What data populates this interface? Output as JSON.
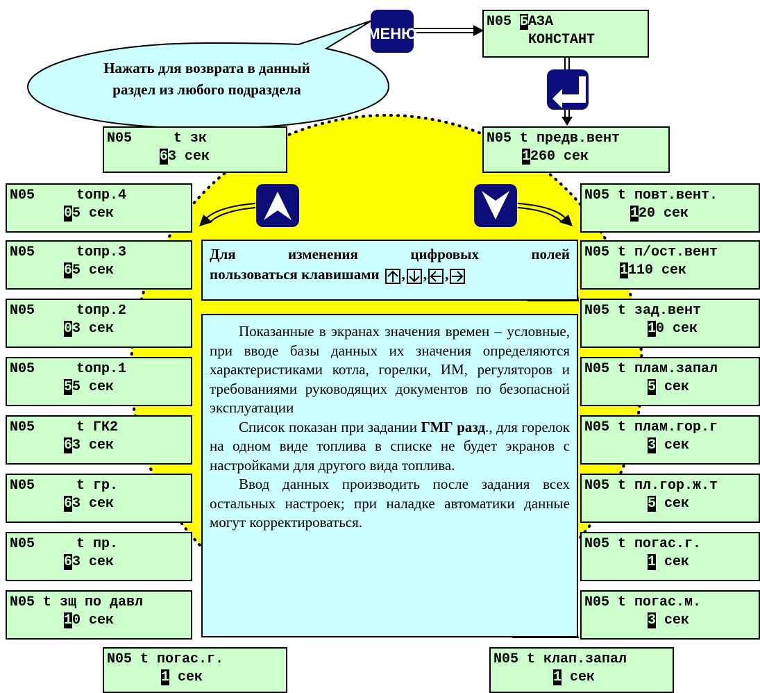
{
  "colors": {
    "lcd": "#ccffcc",
    "note": "#ccffff",
    "circle": "#ffff00",
    "key": "#0d0d7a",
    "bubble": "#ccffff"
  },
  "menu_key": {
    "label": "МЕНЮ",
    "icon": "menu-key-icon"
  },
  "callout": {
    "line1": "Нажать для возврата в данный",
    "line2": "раздел из любого подраздела"
  },
  "top_screen": {
    "prefix": "N05 ",
    "cursor": "Б",
    "rest": "АЗА",
    "line2": "КОНСТАНТ"
  },
  "keys": {
    "enter": "enter-key-icon",
    "up": "up-key-icon",
    "down": "down-key-icon"
  },
  "screens_left": [
    {
      "line1": "N05     t зк",
      "cursor": "6",
      "rest": "3 сек"
    },
    {
      "line1": "N05     tопр.4",
      "cursor": "0",
      "rest": "5 сек"
    },
    {
      "line1": "N05     tопр.3",
      "cursor": "6",
      "rest": "5 сек"
    },
    {
      "line1": "N05     tопр.2",
      "cursor": "0",
      "rest": "3 сек"
    },
    {
      "line1": "N05     tопр.1",
      "cursor": "5",
      "rest": "5 сек"
    },
    {
      "line1": "N05     t ГК2",
      "cursor": "6",
      "rest": "3 сек"
    },
    {
      "line1": "N05     t гр.",
      "cursor": "6",
      "rest": "3 сек"
    },
    {
      "line1": "N05     t пр.",
      "cursor": "6",
      "rest": "3 сек"
    },
    {
      "line1": "N05 t зщ по давл",
      "cursor": "1",
      "rest": "0 сек"
    },
    {
      "line1": "N05 t погас.г.",
      "cursor": "1",
      "rest": " сек"
    }
  ],
  "screens_right": [
    {
      "line1": "N05 t предв.вент",
      "cursor": "1",
      "rest": "260 сек"
    },
    {
      "line1": "N05 t повт.вент.",
      "cursor": "1",
      "rest": "20 сек"
    },
    {
      "line1": "N05 t п/ост.вент",
      "cursor": "1",
      "rest": "110 сек"
    },
    {
      "line1": "N05 t зад.вент",
      "cursor": "1",
      "rest": "0 сек"
    },
    {
      "line1": "N05 t плам.запал",
      "cursor": "5",
      "rest": " сек"
    },
    {
      "line1": "N05 t плам.гор.г",
      "cursor": "3",
      "rest": " сек"
    },
    {
      "line1": "N05 t пл.гор.ж.т",
      "cursor": "5",
      "rest": " сек"
    },
    {
      "line1": "N05 t погас.г.",
      "cursor": "1",
      "rest": " сек"
    },
    {
      "line1": "N05 t погас.м.",
      "cursor": "3",
      "rest": " сек"
    },
    {
      "line1": "N05 t клап.запал",
      "cursor": "1",
      "rest": " сек"
    }
  ],
  "note_keys": {
    "w1": "Для",
    "w2": "изменения",
    "w3": "цифровых",
    "w4": "полей",
    "line2": "пользоваться клавишами",
    "sep": ",",
    "icons": [
      "arrow-up-key-icon",
      "arrow-down-key-icon",
      "arrow-left-key-icon",
      "arrow-right-key-icon"
    ]
  },
  "note_main": {
    "p1": "Показанные в экранах значения времен – условные, при вводе базы данных их значения определяются характеристиками котла, горелки, ИМ, регуляторов и требованиями руководящих документов по безопасной эксплуатации",
    "p2_a": "Список показан при задании ",
    "p2_b": "ГМГ разд",
    "p2_c": "., для горелок на одном виде топлива в списке не будет экранов с настройками для другого вида топлива.",
    "p3": "Ввод данных производить после задания всех остальных настроек; при наладке автоматики данные могут корректироваться."
  }
}
